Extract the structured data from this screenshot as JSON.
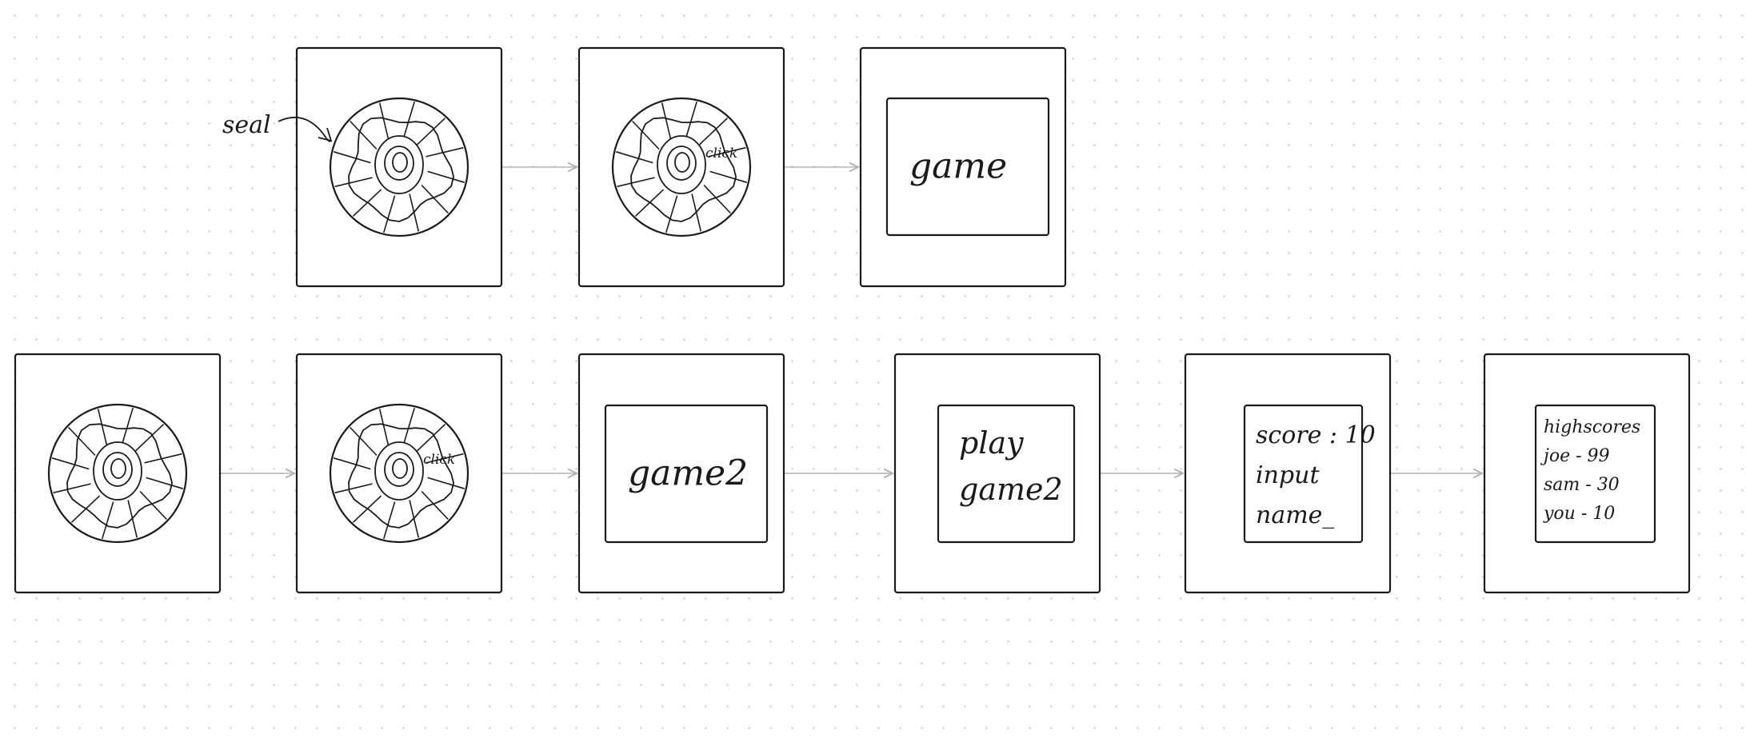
{
  "diagram": {
    "annotation": "seal",
    "flows": [
      {
        "name": "flow-1",
        "frames": [
          {
            "kind": "seal",
            "click": false
          },
          {
            "kind": "seal",
            "click": true,
            "click_label": "click"
          },
          {
            "kind": "text",
            "lines": [
              "game"
            ]
          }
        ]
      },
      {
        "name": "flow-2",
        "frames": [
          {
            "kind": "seal",
            "click": false
          },
          {
            "kind": "seal",
            "click": true,
            "click_label": "click"
          },
          {
            "kind": "text",
            "lines": [
              "game2"
            ]
          },
          {
            "kind": "text",
            "lines": [
              "play",
              "game2"
            ]
          },
          {
            "kind": "text",
            "lines": [
              "score : 10",
              "input",
              "name_"
            ]
          },
          {
            "kind": "text",
            "lines": [
              "highscores",
              "joe - 99",
              "sam - 30",
              "you - 10"
            ]
          }
        ]
      }
    ]
  },
  "colors": {
    "ink": "#1a1a1a",
    "arrow": "#b3b3b3",
    "dot": "#d9d9d9",
    "background": "#ffffff"
  }
}
